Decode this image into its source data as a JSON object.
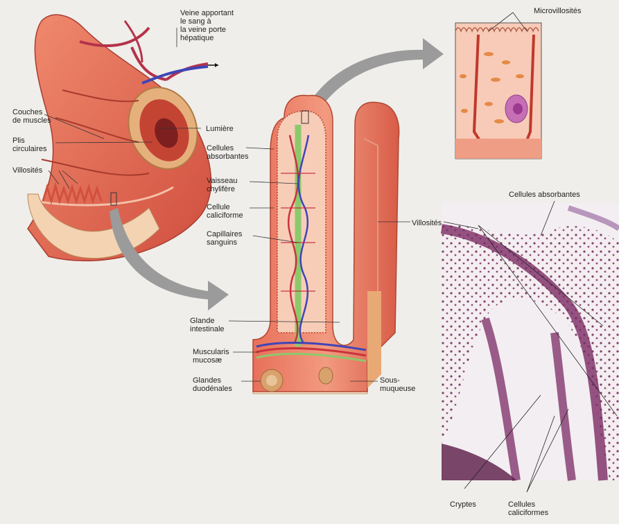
{
  "labels": {
    "veine": "Veine apportant\nle sang à\nla veine porte\nhépatique",
    "couches": "Couches\nde muscles",
    "lumiere": "Lumière",
    "plis": "Plis\ncirculaires",
    "villosites_left": "Villosités",
    "microvillosites": "Microvillosités",
    "cellules_absorbantes_mid": "Cellules\nabsorbantes",
    "vaisseau": "Vaisseau\nchylifère",
    "cellule_caliciforme": "Cellule\ncaliciforme",
    "capillaires": "Capillaires\nsanguins",
    "villosites_mid": "Villosités",
    "cellules_absorbantes_right": "Cellules absorbantes",
    "glande_intestinale": "Glande\nintestinale",
    "muscularis": "Muscularis\nmucosæ",
    "glandes_duodenales": "Glandes\nduodénales",
    "sous_muqueuse": "Sous-\nmuqueuse",
    "cryptes": "Cryptes",
    "cellules_caliciformes": "Cellules\ncaliciformes"
  },
  "colors": {
    "background": "#efeeea",
    "tissue": "#e46a55",
    "tissue_light": "#f3b9a3",
    "artery": "#c8323c",
    "vein": "#3f45b6",
    "lacteal": "#8cc96b",
    "arrow": "#9b9b9b",
    "histology": "#8a3d6e"
  }
}
